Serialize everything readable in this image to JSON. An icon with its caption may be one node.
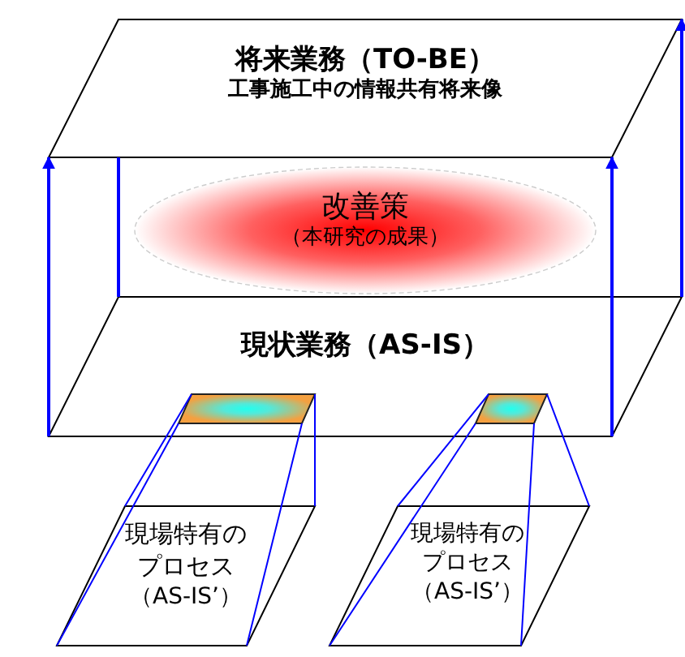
{
  "diagram": {
    "nodes": [
      {
        "text": [
          "将来業務（TO-BE）",
          "工事施工中の情報共有将来像"
        ]
      },
      {
        "text": [
          "改善策",
          "（本研究の成果）"
        ]
      },
      {
        "text": [
          "現状業務（AS-IS）"
        ]
      },
      {
        "text": [],
        "shape": "box",
        "in": 2
      },
      {
        "text": [],
        "shape": "box",
        "in": 2
      },
      {
        "text": [
          "現場特有のプロセス",
          "（AS-IS’）"
        ]
      },
      {
        "text": [
          "現場特有のプロセス",
          "（AS-IS’）"
        ]
      }
    ],
    "edges": [
      {
        "from": 2,
        "to": 0,
        "arrow": "to"
      },
      {
        "from": 2,
        "to": 0,
        "arrow": "to"
      },
      {
        "from": 2,
        "to": 0,
        "arrow": "to"
      },
      {
        "from": 3,
        "to": 5,
        "arrow": "none"
      },
      {
        "from": 4,
        "to": 6,
        "arrow": "none"
      }
    ]
  }
}
